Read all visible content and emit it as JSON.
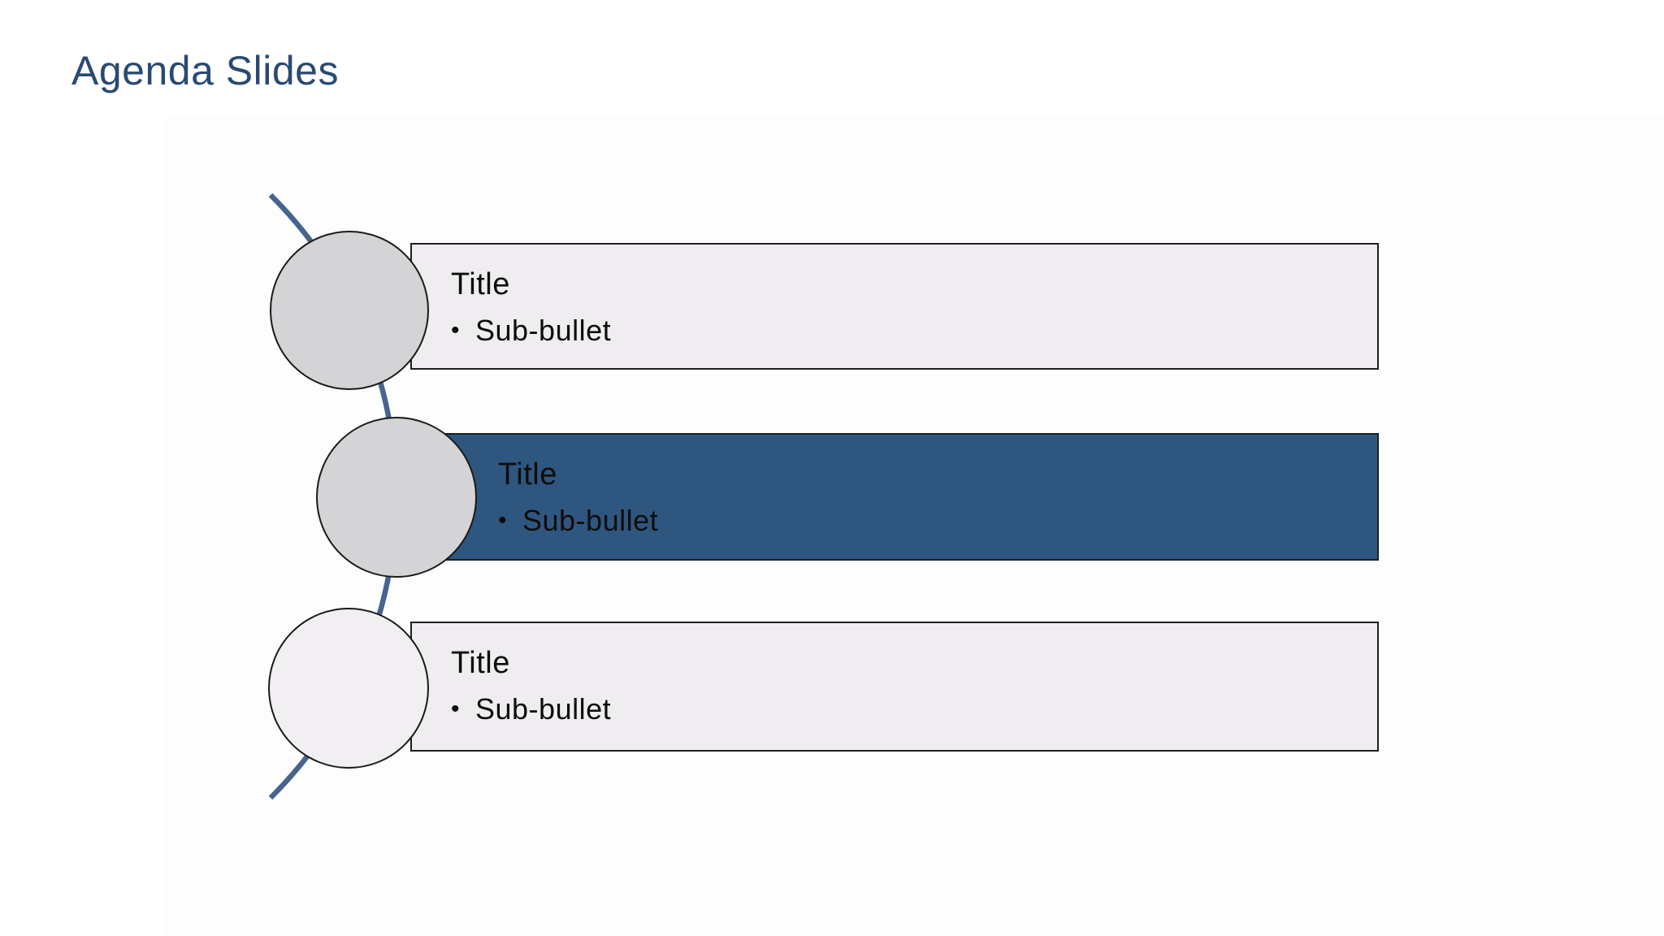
{
  "slide": {
    "title": "Agenda Slides",
    "rows": [
      {
        "title": "Title",
        "bullet": "•",
        "sub": "Sub-bullet",
        "variant": "light"
      },
      {
        "title": "Title",
        "bullet": "•",
        "sub": "Sub-bullet",
        "variant": "accent"
      },
      {
        "title": "Title",
        "bullet": "•",
        "sub": "Sub-bullet",
        "variant": "light"
      }
    ],
    "colors": {
      "title_text": "#2a4a73",
      "accent_bar": "#2f567e",
      "light_bar": "#efedf0",
      "circle_gray": "#d4d3d5",
      "circle_light": "#f1eff1",
      "connector_line": "#45658d",
      "outline": "#1f1f1f",
      "body_text": "#0d0d0d"
    }
  }
}
